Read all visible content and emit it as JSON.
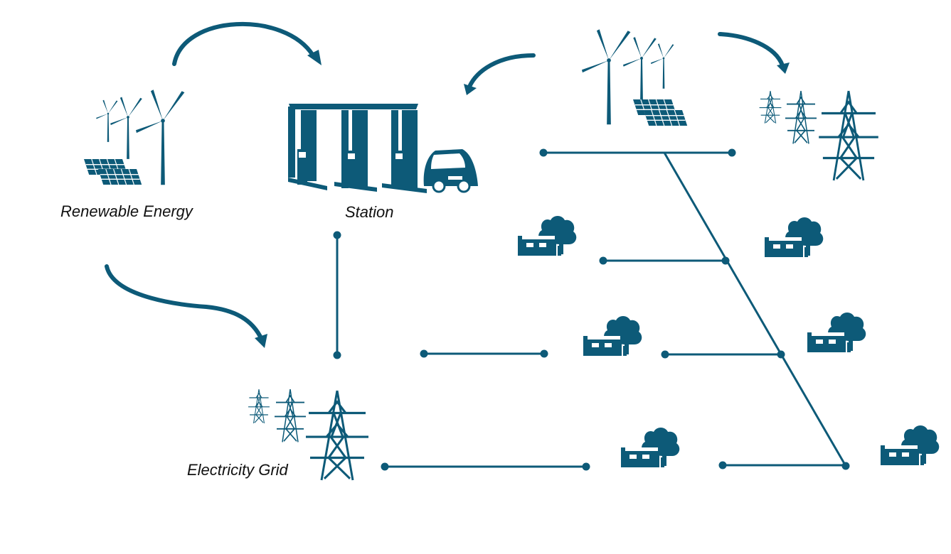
{
  "labels": {
    "renewable": "Renewable Energy",
    "station": "Station",
    "grid": "Electricity Grid"
  },
  "colors": {
    "primary": "#0d5a78",
    "text": "#111111",
    "background": "#ffffff"
  },
  "icons": [
    "wind-turbine-icon",
    "solar-panel-icon",
    "charging-station-icon",
    "electric-car-icon",
    "transmission-tower-icon",
    "house-with-tree-icon",
    "curved-arrow-icon"
  ]
}
